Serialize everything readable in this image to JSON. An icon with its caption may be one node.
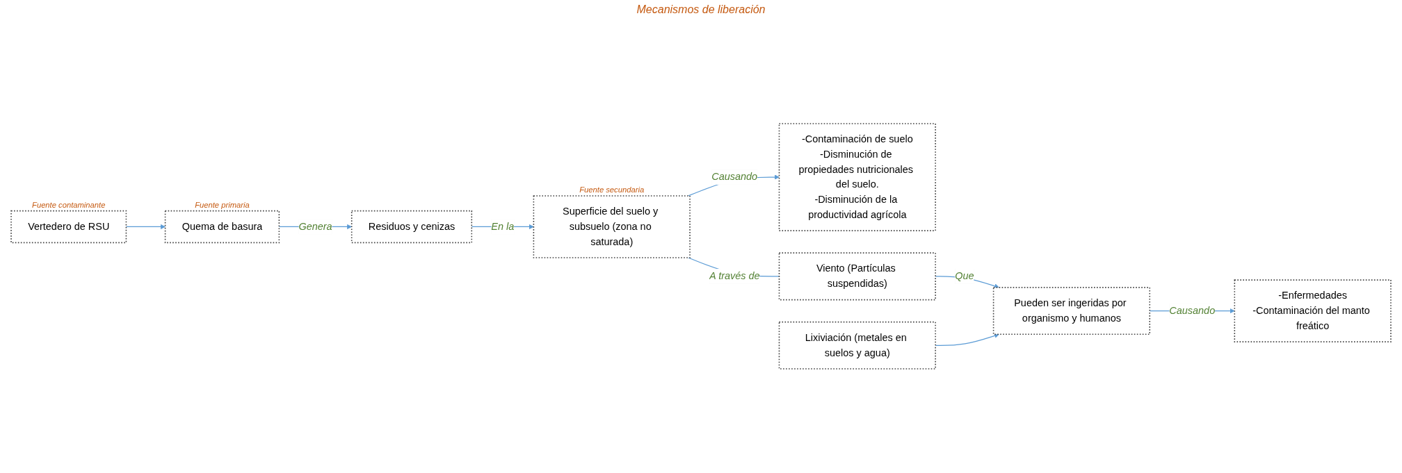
{
  "diagram": {
    "nodes": [
      {
        "text": [
          "Vertedero de RSU"
        ],
        "beside": [
          "Fuente contaminante"
        ]
      },
      {
        "text": [
          "Quema de basura"
        ],
        "beside": [
          "Fuente primaria"
        ]
      },
      {
        "text": [
          "Residuos y cenizas"
        ]
      },
      {
        "text": [
          "Superficie del suelo y subsuelo (zona no saturada)"
        ],
        "beside": [
          "Fuente secundaria"
        ]
      },
      {
        "text": [
          "-Contaminación de suelo",
          "-Disminución de propiedades nutricionales del suelo.",
          "-Disminución de la productividad agrícola"
        ]
      },
      {
        "text": [
          "Viento (Partículas suspendidas)"
        ]
      },
      {
        "text": [
          "Lixiviación (metales en suelos y agua)"
        ]
      },
      {
        "text": [
          "Pueden ser ingeridas por organismo y humanos"
        ]
      },
      {
        "text": [
          "-Enfermedades",
          "-Contaminación del manto freático"
        ]
      }
    ],
    "edges": [
      {
        "from": 0,
        "to": 1,
        "arrow": "to"
      },
      {
        "from": 1,
        "to": 2,
        "label": "Genera",
        "arrow": "to"
      },
      {
        "from": 2,
        "to": 3,
        "label": "En la",
        "arrow": "to"
      },
      {
        "from": 3,
        "to": 4,
        "label": "Causando",
        "arrow": "to"
      },
      {
        "from": 3,
        "to": 5,
        "label": "A través de",
        "arrow": "none"
      },
      {
        "from": 5,
        "to": 7,
        "label": "Que",
        "arrow": "to"
      },
      {
        "from": 6,
        "to": 7,
        "arrow": "to"
      },
      {
        "from": 7,
        "to": 8,
        "label": "Causando",
        "arrow": "to"
      }
    ],
    "labels": [
      "Mecanismos de liberación"
    ]
  }
}
